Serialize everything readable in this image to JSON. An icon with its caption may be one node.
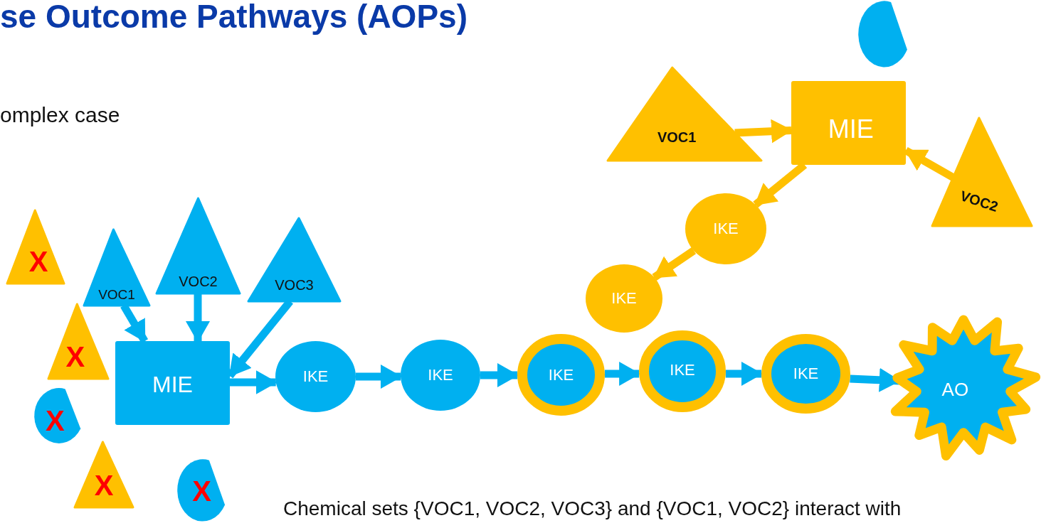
{
  "diagram": {
    "title": "se Outcome Pathways (AOPs)",
    "nodes": [
      {
        "text": [
          "VOC1"
        ]
      },
      {
        "text": [
          "VOC2"
        ]
      },
      {
        "text": [
          "VOC3"
        ]
      },
      {
        "text": [
          "MIE"
        ]
      },
      {
        "text": [
          "IKE"
        ]
      },
      {
        "text": [
          "IKE"
        ]
      },
      {
        "text": [
          "IKE"
        ]
      },
      {
        "text": [
          "IKE"
        ]
      },
      {
        "text": [
          "IKE"
        ]
      },
      {
        "text": [
          "AO"
        ]
      },
      {
        "text": [
          "VOC1"
        ]
      },
      {
        "text": [
          "MIE"
        ]
      },
      {
        "text": [
          "VOC2"
        ]
      },
      {
        "text": [
          "IKE"
        ]
      },
      {
        "text": [
          "IKE"
        ]
      },
      {
        "text": [
          "X"
        ]
      },
      {
        "text": [
          "X"
        ]
      },
      {
        "text": [
          "X"
        ]
      },
      {
        "text": [
          "X"
        ]
      },
      {
        "text": [
          "X"
        ]
      },
      {
        "text": [],
        "shape": "pie"
      }
    ],
    "edges": [
      {
        "from": 0,
        "to": 3,
        "arrow": "to"
      },
      {
        "from": 1,
        "to": 3,
        "arrow": "to"
      },
      {
        "from": 2,
        "to": 3,
        "arrow": "to"
      },
      {
        "from": 3,
        "to": 4,
        "arrow": "to"
      },
      {
        "from": 4,
        "to": 5,
        "arrow": "to"
      },
      {
        "from": 5,
        "to": 6,
        "arrow": "to"
      },
      {
        "from": 6,
        "to": 7,
        "arrow": "to"
      },
      {
        "from": 7,
        "to": 8,
        "arrow": "to"
      },
      {
        "from": 8,
        "to": 9,
        "arrow": "to"
      },
      {
        "from": 10,
        "to": 11,
        "arrow": "to",
        "color": "#ffc000"
      },
      {
        "from": 12,
        "to": 11,
        "arrow": "to",
        "color": "#ffc000"
      },
      {
        "from": 11,
        "to": 13,
        "arrow": "to",
        "color": "#ffc000"
      },
      {
        "from": 13,
        "to": 14,
        "arrow": "to",
        "color": "#ffc000"
      }
    ],
    "labels": [
      "omplex case",
      "Chemical sets {VOC1, VOC2, VOC3} and {VOC1, VOC2} interact with"
    ]
  }
}
